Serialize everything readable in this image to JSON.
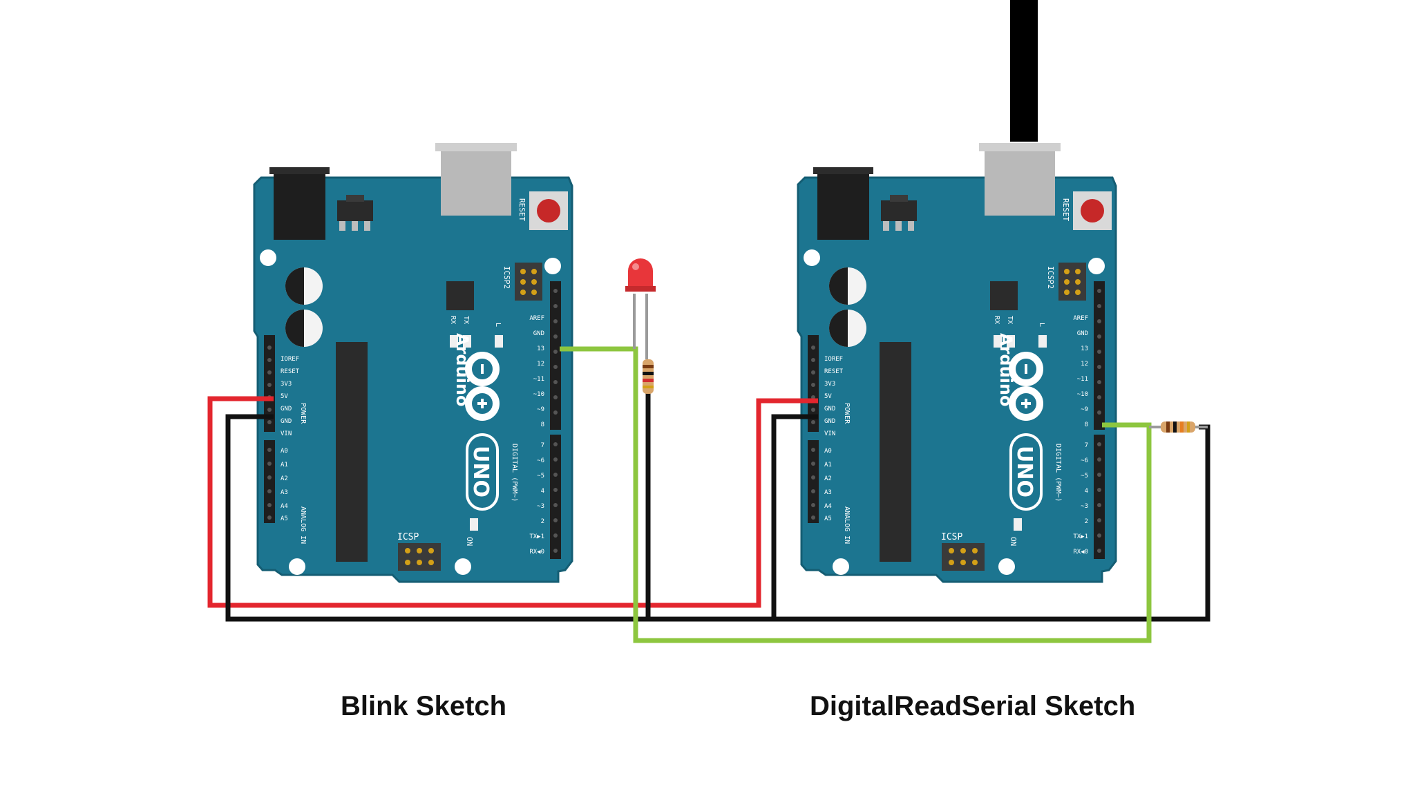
{
  "captions": {
    "left": "Blink Sketch",
    "right": "DigitalReadSerial Sketch"
  },
  "boards": {
    "brand": "Arduino",
    "model": "UNO",
    "reset_label": "RESET",
    "icsp2_label": "ICSP2",
    "icsp_label": "ICSP",
    "on_label": "ON",
    "power_label": "POWER",
    "analog_label": "ANALOG IN",
    "digital_label": "DIGITAL (PWM~)",
    "tx_label": "TX",
    "rx_label": "RX",
    "l_label": "L",
    "power_pins": [
      "IOREF",
      "RESET",
      "3V3",
      "5V",
      "GND",
      "GND",
      "VIN"
    ],
    "analog_pins": [
      "A0",
      "A1",
      "A2",
      "A3",
      "A4",
      "A5"
    ],
    "digital_upper": [
      "AREF",
      "GND",
      "13",
      "12",
      "~11",
      "~10",
      "~9",
      "8"
    ],
    "digital_lower": [
      "7",
      "~6",
      "~5",
      "4",
      "~3",
      "2",
      "TX▶1",
      "RX◀0"
    ]
  },
  "colors": {
    "board": "#1c7590",
    "board_edge": "#145d73",
    "wire_red": "#e3262e",
    "wire_black": "#111111",
    "wire_green": "#8dc63f",
    "led": "#e8363a"
  }
}
